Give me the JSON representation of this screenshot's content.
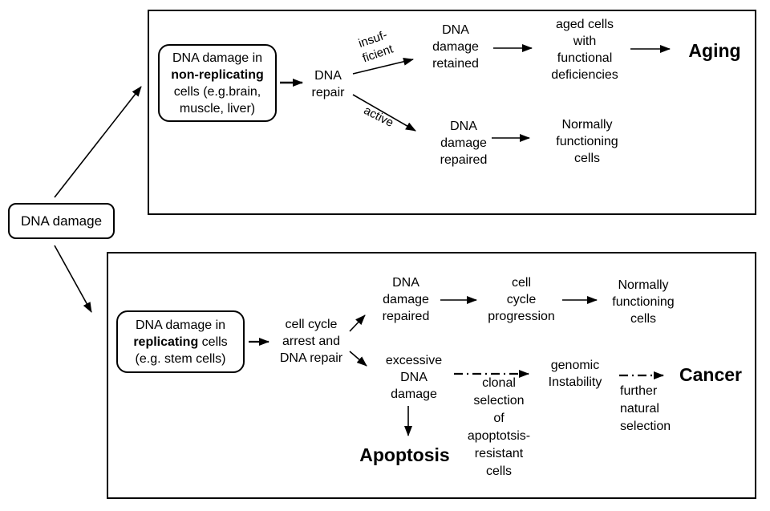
{
  "diagram": {
    "source_box": {
      "label": "DNA damage"
    },
    "top": {
      "cell_box": {
        "line1": "DNA damage in",
        "line2": "non-replicating",
        "line3": "cells (e.g.brain,",
        "line4": "muscle, liver)"
      },
      "repair": {
        "line1": "DNA",
        "line2": "repair"
      },
      "edge_insufficient": {
        "line1": "insuf-",
        "line2": "ficient"
      },
      "edge_active": "active",
      "retained": {
        "line1": "DNA",
        "line2": "damage",
        "line3": "retained"
      },
      "aged_cells": {
        "line1": "aged cells",
        "line2": "with",
        "line3": "functional",
        "line4": "deficiencies"
      },
      "outcome_aging": "Aging",
      "repaired": {
        "line1": "DNA",
        "line2": "damage",
        "line3": "repaired"
      },
      "normal_cells": {
        "line1": "Normally",
        "line2": "functioning",
        "line3": "cells"
      }
    },
    "bottom": {
      "cell_box": {
        "line1": "DNA damage in",
        "line2_bold": "replicating",
        "line2_rest": " cells",
        "line3": "(e.g. stem cells)"
      },
      "arrest": {
        "line1": "cell cycle",
        "line2": "arrest and",
        "line3": "DNA repair"
      },
      "repaired": {
        "line1": "DNA",
        "line2": "damage",
        "line3": "repaired"
      },
      "progression": {
        "line1": "cell",
        "line2": "cycle",
        "line3": "progression"
      },
      "normal_cells": {
        "line1": "Normally",
        "line2": "functioning",
        "line3": "cells"
      },
      "excessive": {
        "line1": "excessive",
        "line2": "DNA",
        "line3": "damage"
      },
      "outcome_apoptosis": "Apoptosis",
      "edge_clonal": {
        "line1": "clonal",
        "line2": "selection",
        "line3": "of",
        "line4": "apoptotsis-",
        "line5": "resistant",
        "line6": "cells"
      },
      "genomic": {
        "line1": "genomic",
        "line2": "Instability"
      },
      "edge_further": {
        "line1": "further",
        "line2": "natural",
        "line3": "selection"
      },
      "outcome_cancer": "Cancer"
    },
    "colors": {
      "ink": "#000000",
      "background": "#ffffff"
    }
  }
}
